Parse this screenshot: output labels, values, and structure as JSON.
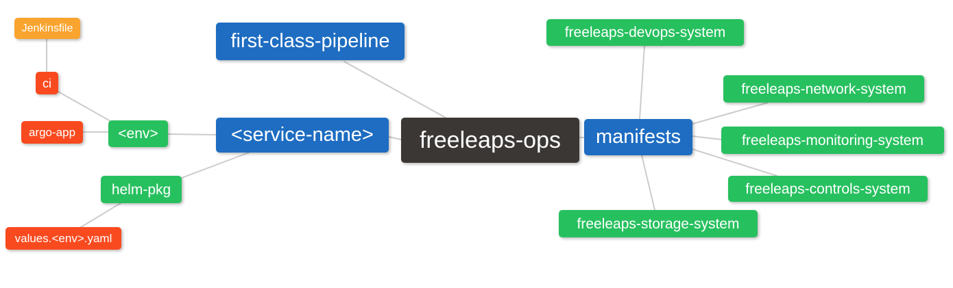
{
  "diagram": {
    "type": "mindmap",
    "background": "#ffffff",
    "edge_color": "#cccccc",
    "colors": {
      "root": "#3B3735",
      "branch_blue": "#1E6DC2",
      "green": "#27C05F",
      "red": "#F94A1F",
      "amber": "#F9A42E",
      "node_text": "#ffffff"
    },
    "nodes": [
      {
        "id": "jenkinsfile",
        "label": "Jenkinsfile",
        "role": "amber",
        "parent": "ci"
      },
      {
        "id": "ci",
        "label": "ci",
        "role": "red",
        "parent": "env"
      },
      {
        "id": "argo-app",
        "label": "argo-app",
        "role": "red",
        "parent": "env"
      },
      {
        "id": "env",
        "label": "<env>",
        "role": "green",
        "parent": "service-name"
      },
      {
        "id": "helm-pkg",
        "label": "helm-pkg",
        "role": "green",
        "parent": "service-name"
      },
      {
        "id": "values-env-yaml",
        "label": "values.<env>.yaml",
        "role": "red",
        "parent": "helm-pkg"
      },
      {
        "id": "first-class-pipeline",
        "label": "first-class-pipeline",
        "role": "blue",
        "parent": "freeleaps-ops"
      },
      {
        "id": "service-name",
        "label": "<service-name>",
        "role": "blue",
        "parent": "freeleaps-ops"
      },
      {
        "id": "freeleaps-ops",
        "label": "freeleaps-ops",
        "role": "root",
        "parent": null
      },
      {
        "id": "manifests",
        "label": "manifests",
        "role": "blue",
        "parent": "freeleaps-ops"
      },
      {
        "id": "devops-system",
        "label": "freeleaps-devops-system",
        "role": "green",
        "parent": "manifests"
      },
      {
        "id": "network-system",
        "label": "freeleaps-network-system",
        "role": "green",
        "parent": "manifests"
      },
      {
        "id": "monitoring-system",
        "label": "freeleaps-monitoring-system",
        "role": "green",
        "parent": "manifests"
      },
      {
        "id": "controls-system",
        "label": "freeleaps-controls-system",
        "role": "green",
        "parent": "manifests"
      },
      {
        "id": "storage-system",
        "label": "freeleaps-storage-system",
        "role": "green",
        "parent": "manifests"
      }
    ],
    "edges": [
      [
        "jenkinsfile",
        "ci"
      ],
      [
        "ci",
        "env"
      ],
      [
        "argo-app",
        "env"
      ],
      [
        "env",
        "service-name"
      ],
      [
        "helm-pkg",
        "service-name"
      ],
      [
        "values-env-yaml",
        "helm-pkg"
      ],
      [
        "first-class-pipeline",
        "freeleaps-ops"
      ],
      [
        "service-name",
        "freeleaps-ops"
      ],
      [
        "manifests",
        "freeleaps-ops"
      ],
      [
        "manifests",
        "devops-system"
      ],
      [
        "manifests",
        "network-system"
      ],
      [
        "manifests",
        "monitoring-system"
      ],
      [
        "manifests",
        "controls-system"
      ],
      [
        "manifests",
        "storage-system"
      ]
    ]
  }
}
